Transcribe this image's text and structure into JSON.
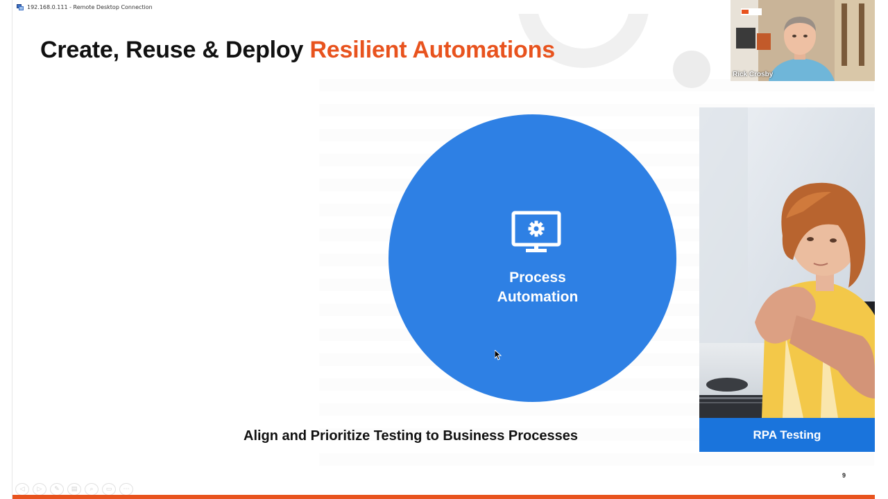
{
  "window": {
    "title": "192.168.0.111 - Remote Desktop Connection"
  },
  "slide": {
    "title_main": "Create, Reuse & Deploy ",
    "title_accent": "Resilient Automations",
    "circle_label_line1": "Process",
    "circle_label_line2": "Automation",
    "subtitle": "Align and Prioritize Testing to Business Processes",
    "photo_caption": "RPA Testing",
    "page_number": "9",
    "colors": {
      "accent": "#e8531e",
      "circle": "#2e80e4",
      "caption_box": "#1a74dc"
    }
  },
  "video": {
    "participant_name": "Rick Crosby"
  },
  "toolbar": {
    "icons": [
      "back-icon",
      "forward-icon",
      "pen-icon",
      "slides-icon",
      "zoom-icon",
      "subtitles-icon",
      "more-icon"
    ],
    "glyphs": [
      "◁",
      "▷",
      "✎",
      "▤",
      "⌕",
      "▭",
      "⋯"
    ]
  }
}
